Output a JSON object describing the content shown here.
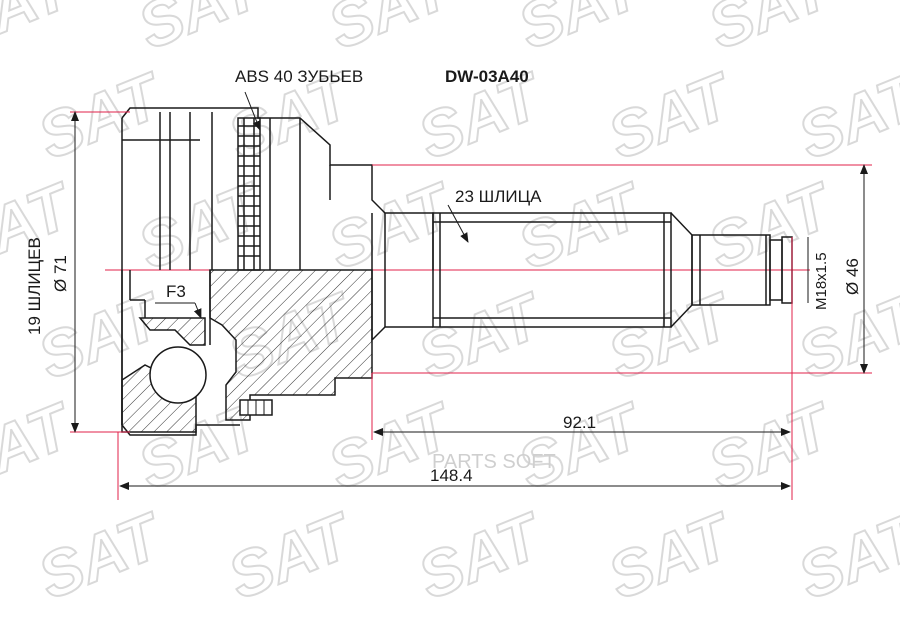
{
  "part_number": "DW-03A40",
  "labels": {
    "abs": "ABS 40 ЗУБЬЕВ",
    "splines_shaft": "23 ШЛИЦА",
    "splines_hub": "19 ШЛИЦЕВ",
    "diameter_housing": "Ø 71",
    "diameter_outer": "Ø 46",
    "thread": "M18x1.5",
    "f3": "F3"
  },
  "dimensions": {
    "shaft_length": "92.1",
    "total_length": "148.4"
  },
  "watermark": {
    "logo_text": "SAT",
    "caption": "PARTS SOFT"
  },
  "colors": {
    "line": "#1a1a1a",
    "dimension": "#e0204a",
    "watermark": "#d9d9d9"
  }
}
